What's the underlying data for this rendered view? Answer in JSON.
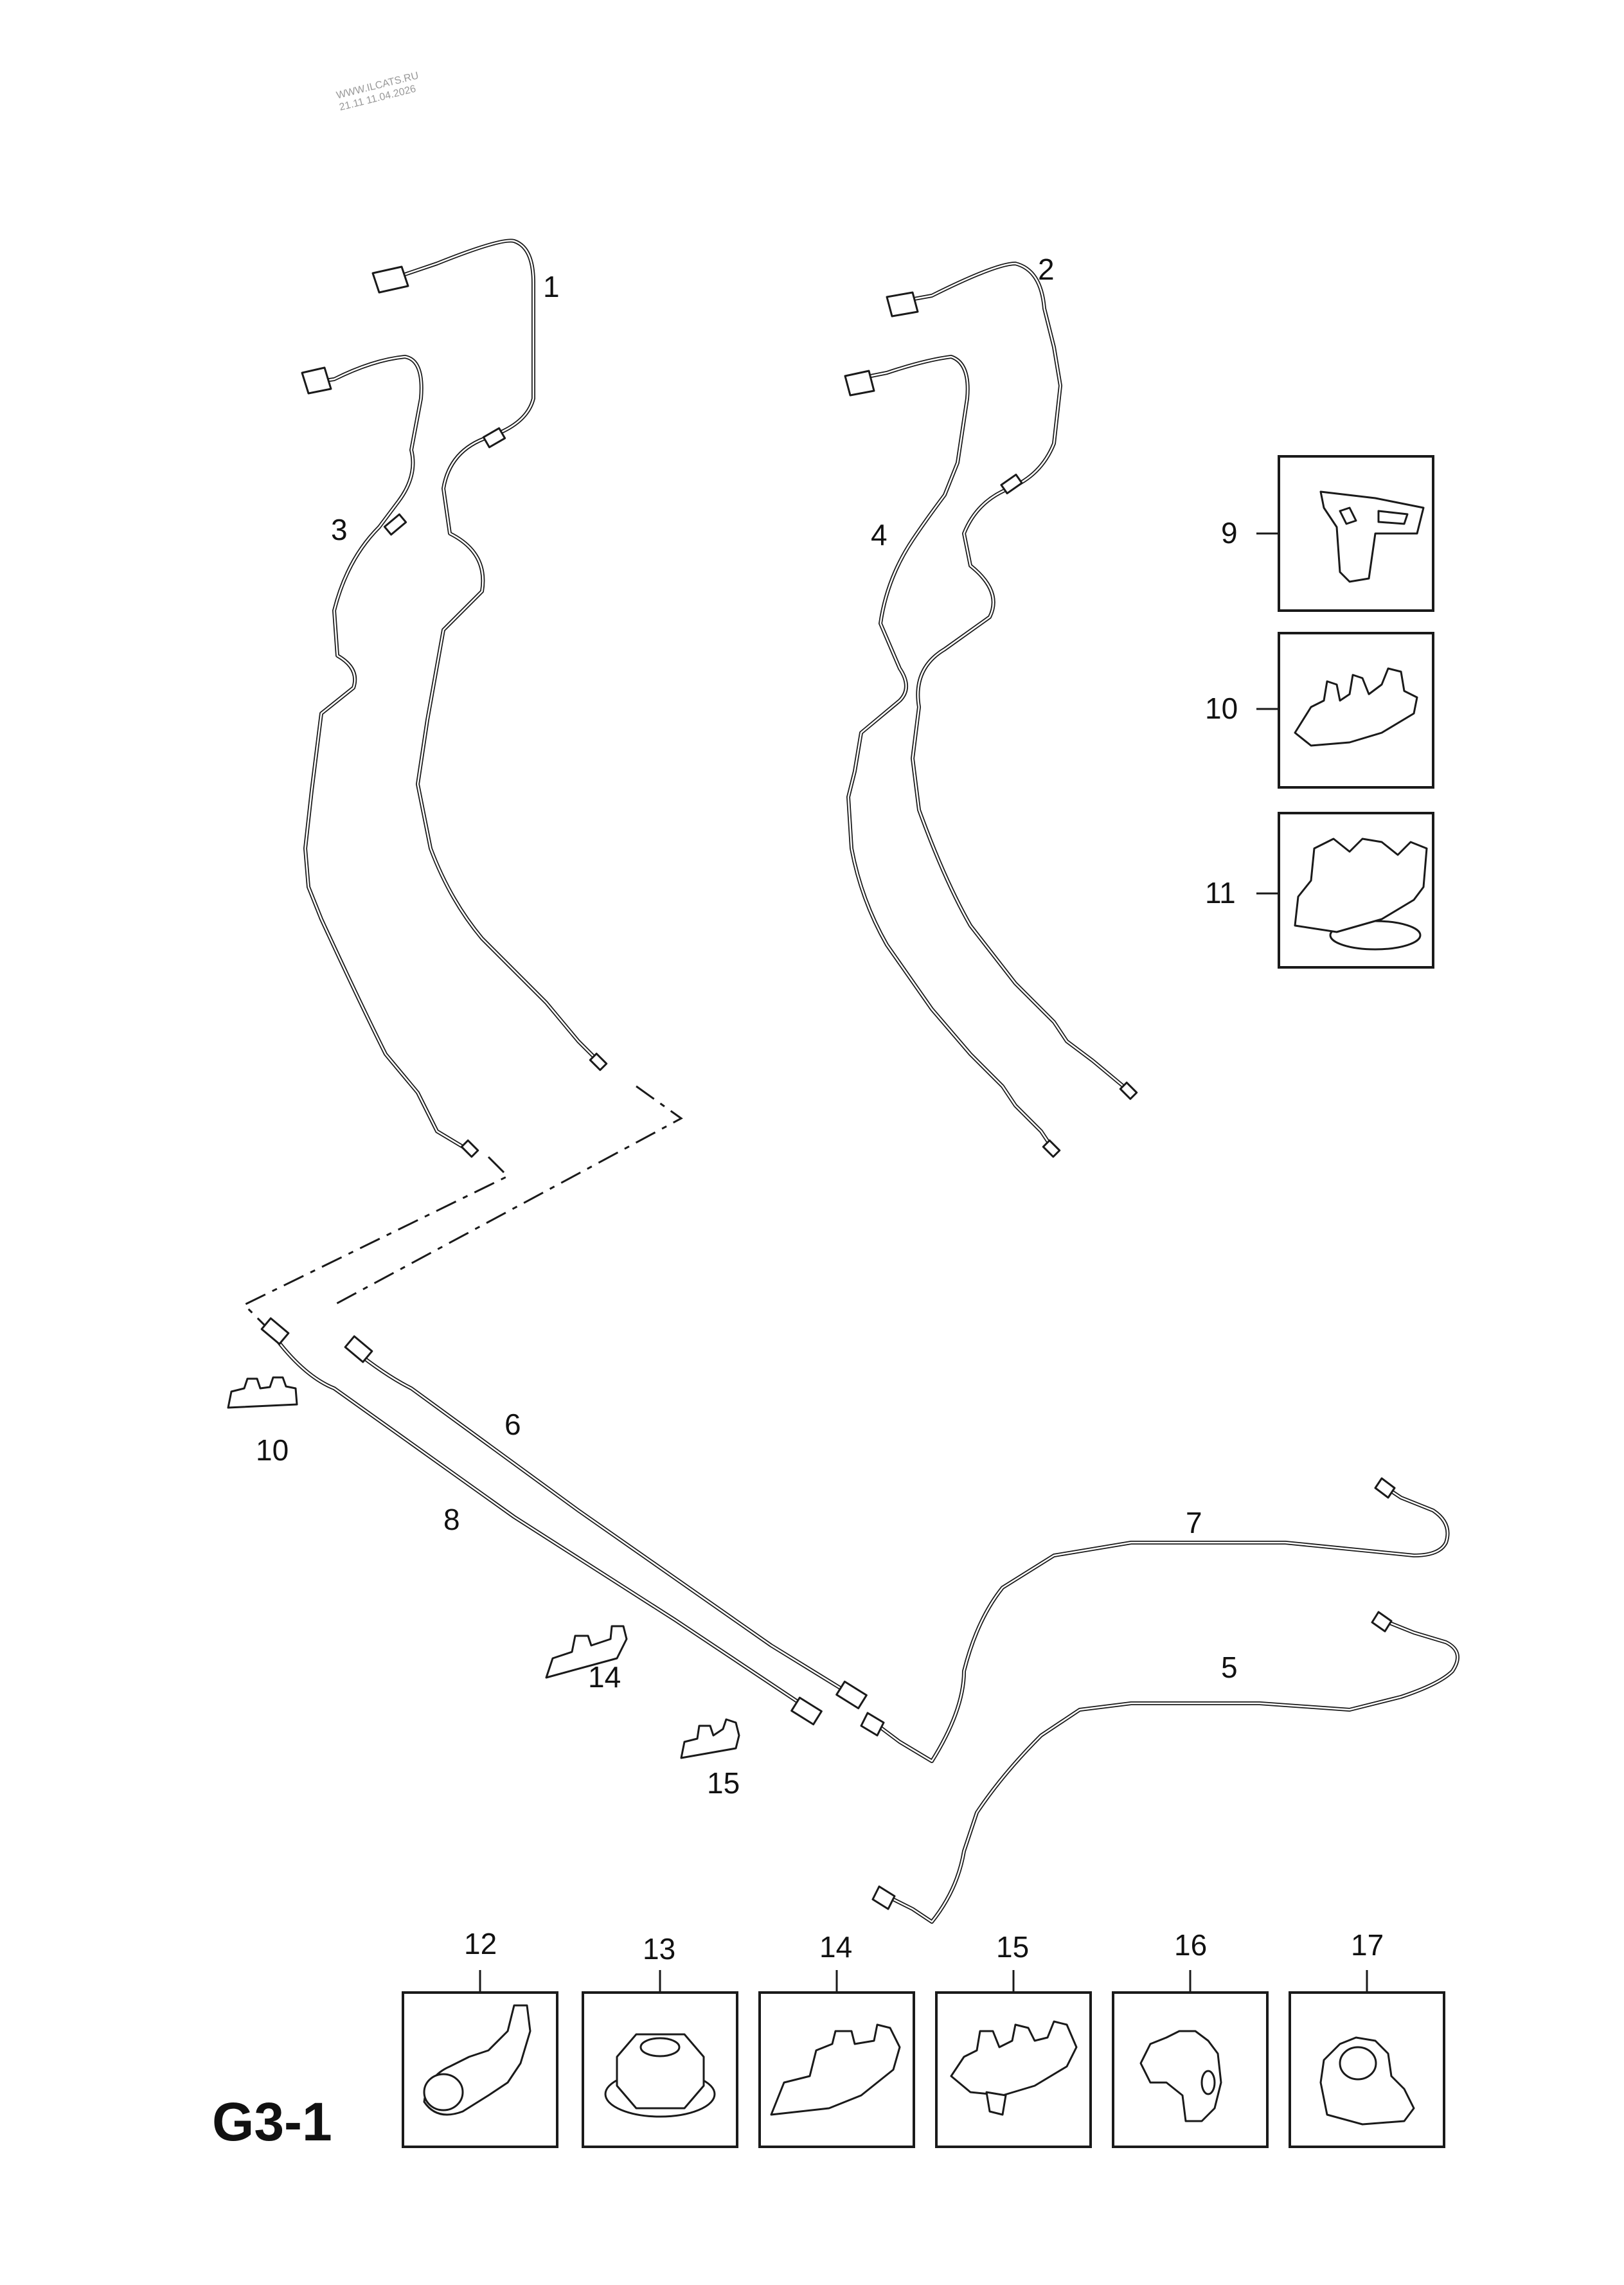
{
  "watermark": {
    "line1": "WWW.ILCATS.RU",
    "line2": "21.11 11.04.2026"
  },
  "diagram_id": "G3-1",
  "callouts": [
    "1",
    "2",
    "3",
    "4",
    "5",
    "6",
    "7",
    "8",
    "9",
    "10",
    "10",
    "11",
    "12",
    "13",
    "14",
    "14",
    "15",
    "15",
    "16",
    "17"
  ]
}
